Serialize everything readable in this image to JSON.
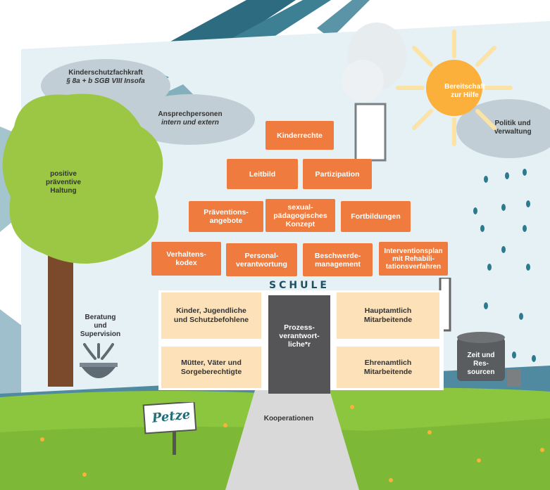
{
  "clouds": {
    "kinderschutz": {
      "line1": "Kinderschutzfachkraft",
      "line2": "§ 8a + b SGB VIII Insofa"
    },
    "ansprech": {
      "line1": "Ansprechpersonen",
      "line2": "intern und extern"
    },
    "politik": {
      "line1": "Politik und",
      "line2": "Verwaltung"
    }
  },
  "sun": {
    "line1": "Bereitschaft",
    "line2": "zur Hilfe"
  },
  "tree": {
    "line1": "positive",
    "line2": "präventive",
    "line3": "Haltung"
  },
  "pyramid": {
    "row1": [
      "Kinderrechte"
    ],
    "row2": [
      "Leitbild",
      "Partizipation"
    ],
    "row3": [
      {
        "l1": "Präventions-",
        "l2": "angebote",
        "l3": ""
      },
      {
        "l1": "sexual-",
        "l2": "pädagogisches",
        "l3": "Konzept"
      },
      {
        "l1": "Fortbildungen",
        "l2": "",
        "l3": ""
      }
    ],
    "row4": [
      {
        "l1": "Verhaltens-",
        "l2": "kodex",
        "l3": ""
      },
      {
        "l1": "Personal-",
        "l2": "verantwortung",
        "l3": ""
      },
      {
        "l1": "Beschwerde-",
        "l2": "management",
        "l3": ""
      },
      {
        "l1": "Interventionsplan",
        "l2": "mit Rehabili-",
        "l3": "tationsverfahren"
      }
    ]
  },
  "school": {
    "sign": "SCHULE",
    "rooms": {
      "top_left": {
        "l1": "Kinder, Jugendliche",
        "l2": "und Schutzbefohlene"
      },
      "top_right": {
        "l1": "Hauptamtlich",
        "l2": "Mitarbeitende"
      },
      "bottom_left": {
        "l1": "Mütter, Väter und",
        "l2": "Sorgeberechtigte"
      },
      "bottom_right": {
        "l1": "Ehrenamtlich",
        "l2": "Mitarbeitende"
      }
    },
    "door": {
      "l1": "Prozess-",
      "l2": "verantwort-",
      "l3": "liche*r"
    }
  },
  "fountain": {
    "l1": "Beratung",
    "l2": "und",
    "l3": "Supervision"
  },
  "barrel": {
    "l1": "Zeit und",
    "l2": "Res-",
    "l3": "sourcen"
  },
  "path": {
    "label": "Kooperationen"
  },
  "signpost": {
    "logo": "Petze"
  },
  "colors": {
    "brick": "#ef7b3e",
    "room": "#fde1b8",
    "door": "#555558",
    "grass": "#8cc63f",
    "tree": "#9bc744",
    "sun": "#fbb03b",
    "cloud": "#c2ced5",
    "sky_stroke": "#2c6b80",
    "rain": "#2c7a8e"
  }
}
